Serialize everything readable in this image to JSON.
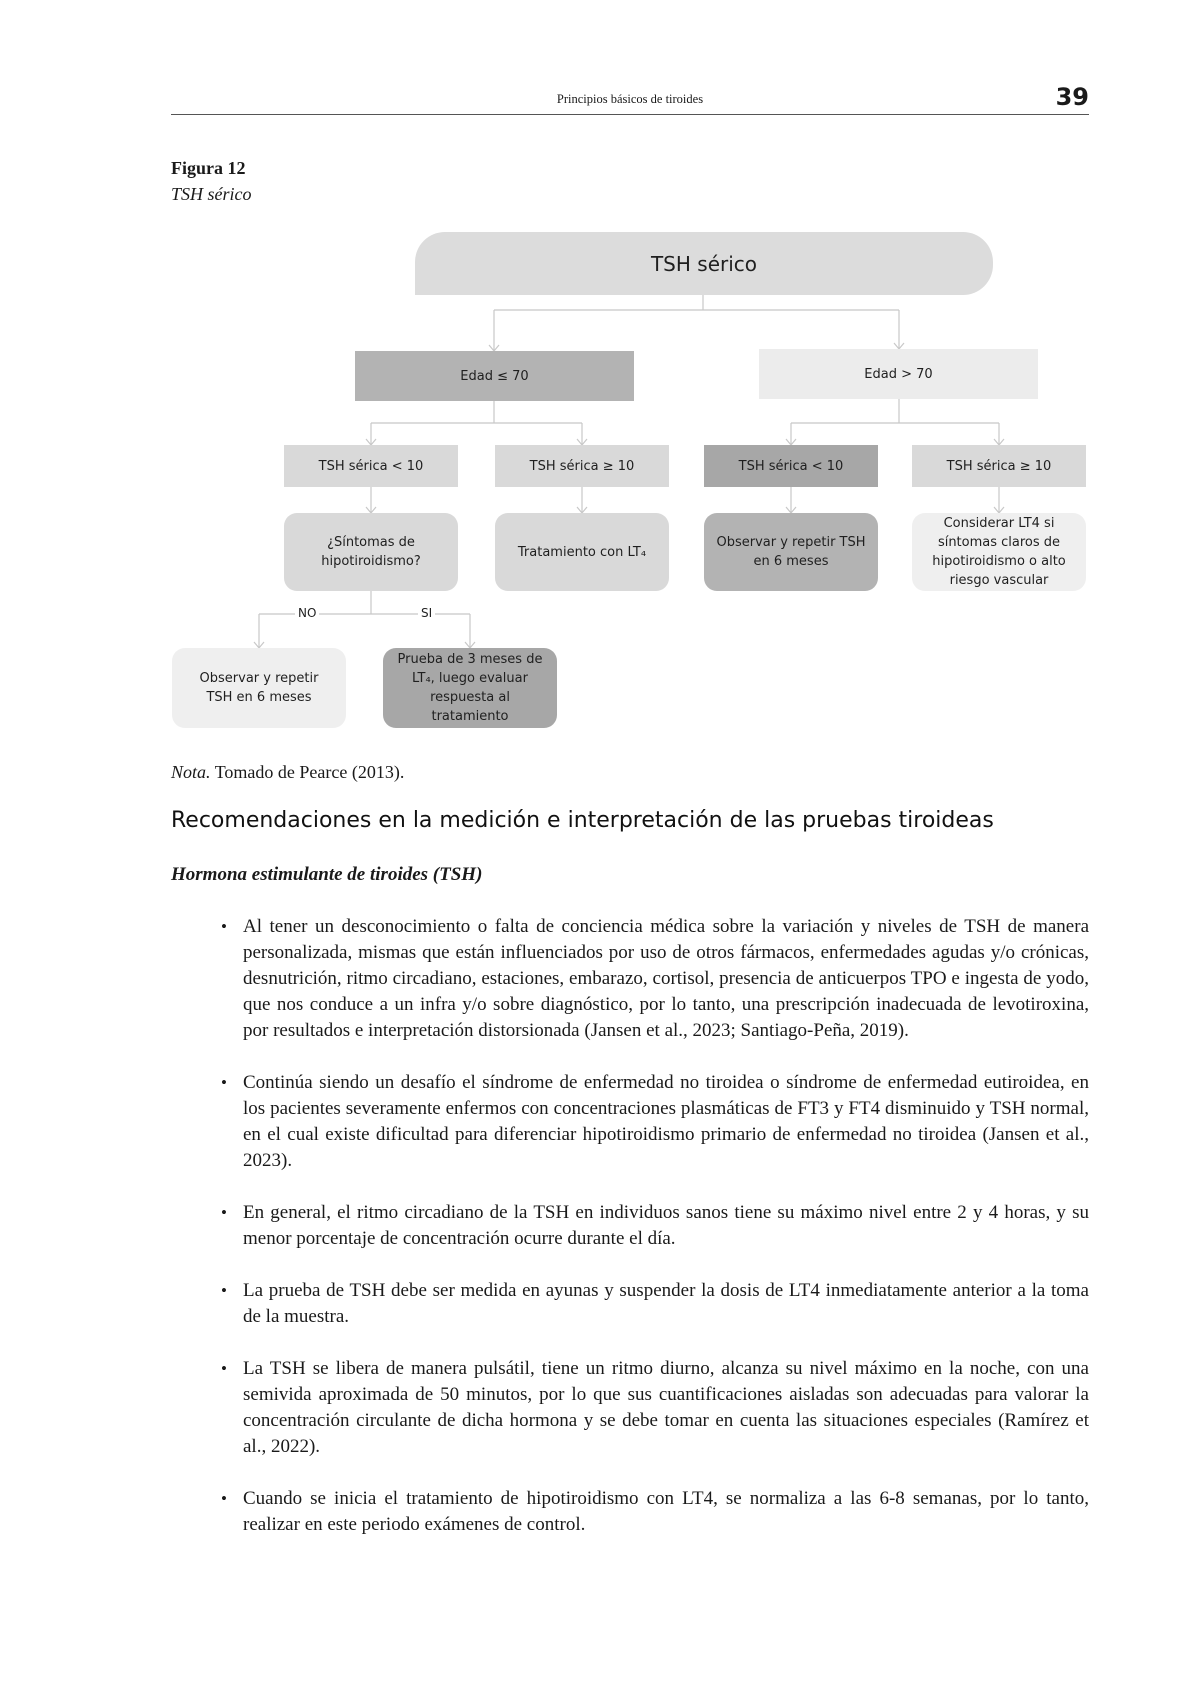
{
  "header": {
    "running_title": "Principios básicos de tiroides",
    "page_number": "39"
  },
  "figure": {
    "number": "Figura 12",
    "title": "TSH sérico",
    "nodes": {
      "root": "TSH sérico",
      "age_le_70": "Edad ≤ 70",
      "age_gt_70": "Edad > 70",
      "tsh_lt10_a": "TSH sérica < 10",
      "tsh_ge10_a": "TSH sérica ≥ 10",
      "tsh_lt10_b": "TSH sérica < 10",
      "tsh_ge10_b": "TSH sérica ≥ 10",
      "symptoms_question": "¿Síntomas de hipotiroidismo?",
      "treatment_lt4": "Tratamiento con LT₄",
      "observe_b": "Observar y repetir TSH en 6 meses",
      "consider_lt4": "Considerar LT4 si síntomas claros de hipotiroidismo o alto riesgo vascular",
      "observe_a": "Observar y repetir TSH en 6 meses",
      "trial_lt4": "Prueba de 3 meses de LT₄, luego evaluar respuesta al tratamiento"
    },
    "branch_labels": {
      "no": "NO",
      "yes": "SI"
    }
  },
  "note": {
    "label": "Nota.",
    "text": " Tomado de Pearce (2013)."
  },
  "section": {
    "heading": "Recomendaciones en la medición e interpretación de las pruebas tiroideas",
    "subheading": "Hormona estimulante de tiroides (TSH)",
    "bullets": [
      "Al tener un desconocimiento o falta de conciencia médica sobre la variación y niveles de TSH de manera personalizada, mismas que están influenciados por uso de otros fármacos, enfermedades agudas y/o crónicas, desnutrición, ritmo circadiano, estaciones, embarazo, cortisol, presencia de anticuerpos TPO e ingesta de yodo, que nos conduce a un infra y/o sobre diagnóstico, por lo tanto, una prescripción inadecuada de levotiroxina, por resultados e interpretación distorsionada (Jansen et al., 2023; Santiago-Peña, 2019).",
      "Continúa siendo un desafío el síndrome de enfermedad no tiroidea o síndrome de enfermedad eutiroidea, en los pacientes severamente enfermos con concentraciones plasmáticas de FT3 y FT4 disminuido y TSH normal, en el cual existe dificultad para diferenciar hipotiroidismo primario de enfermedad no tiroidea (Jansen et al., 2023).",
      "En general, el ritmo circadiano de la TSH en individuos sanos tiene su máximo nivel entre 2 y 4 horas, y su menor porcentaje de concentración ocurre durante el día.",
      "La prueba de TSH debe ser medida en ayunas y suspender la dosis de LT4 inmediatamente anterior a la toma de la muestra.",
      "La TSH se libera de manera pulsátil, tiene un ritmo diurno, alcanza su nivel máximo en la noche, con una semivida aproximada de 50 minutos, por lo que sus cuantificaciones aisladas son adecuadas para valorar la concentración circulante de dicha hormona y se debe tomar en cuenta las situaciones especiales (Ramírez et al., 2022).",
      "Cuando se inicia el tratamiento de hipotiroidismo con LT4, se normaliza a las 6-8 semanas, por lo tanto, realizar en este periodo exámenes de control."
    ]
  }
}
